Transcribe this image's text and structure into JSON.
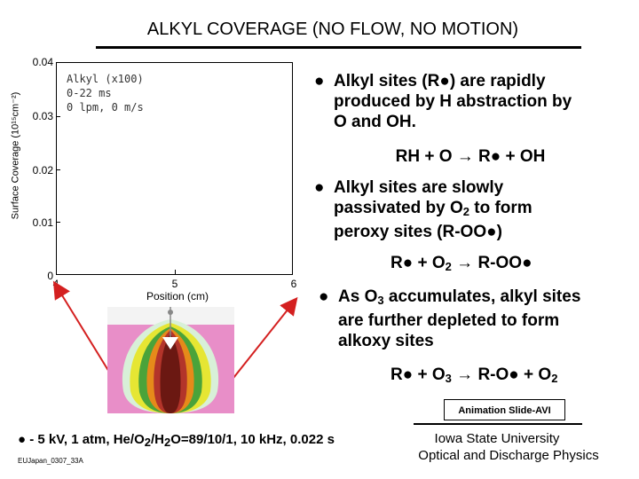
{
  "title": "ALKYL COVERAGE (NO FLOW, NO MOTION)",
  "chart": {
    "y_axis_label": "Surface Coverage (10¹⁵cm⁻²)",
    "x_axis_label": "Position (cm)",
    "y_ticks": [
      "0.04",
      "0.03",
      "0.02",
      "0.01",
      "0"
    ],
    "x_ticks": [
      "4",
      "5",
      "6"
    ],
    "legend": [
      "Alkyl (x100)",
      "0-22 ms",
      "0 lpm, 0 m/s"
    ]
  },
  "chart_data": {
    "type": "line",
    "title": "",
    "xlabel": "Position (cm)",
    "ylabel": "Surface Coverage (10¹⁵cm⁻²)",
    "xlim": [
      4,
      6
    ],
    "ylim": [
      0,
      0.04
    ],
    "x_ticks": [
      4,
      5,
      6
    ],
    "y_ticks": [
      0,
      0.01,
      0.02,
      0.03,
      0.04
    ],
    "legend": [
      "Alkyl (x100)",
      "0-22 ms",
      "0 lpm, 0 m/s"
    ],
    "series": []
  },
  "bullets": {
    "b1": [
      "Alkyl sites (R",
      ") are rapidly",
      "produced by H abstraction by",
      "O and OH."
    ],
    "eq1": [
      "RH + O",
      " R",
      " + OH"
    ],
    "b2": [
      "Alkyl sites are slowly",
      "passivated by O",
      "2",
      " to form",
      "peroxy sites (R-OO",
      ")"
    ],
    "eq2": [
      "R",
      " + O",
      "2",
      " R-OO"
    ],
    "b3": [
      "As O",
      "3",
      " accumulates, alkyl sites",
      "are further depleted to form",
      "alkoxy sites"
    ],
    "eq3": [
      "R",
      " + O",
      "3",
      " R-O",
      " + O",
      "2"
    ]
  },
  "symbols": {
    "dot": "●",
    "arrow": "→"
  },
  "animation_label": "Animation Slide-AVI",
  "footer": {
    "conditions": [
      " - 5 kV, 1 atm, He/O",
      "2",
      "/H",
      "2",
      "O=89/10/1, 10 kHz, 0.022 s"
    ],
    "code": "EUJapan_0307_33A",
    "institution_1": "Iowa State University",
    "institution_2": "Optical and Discharge Physics"
  }
}
